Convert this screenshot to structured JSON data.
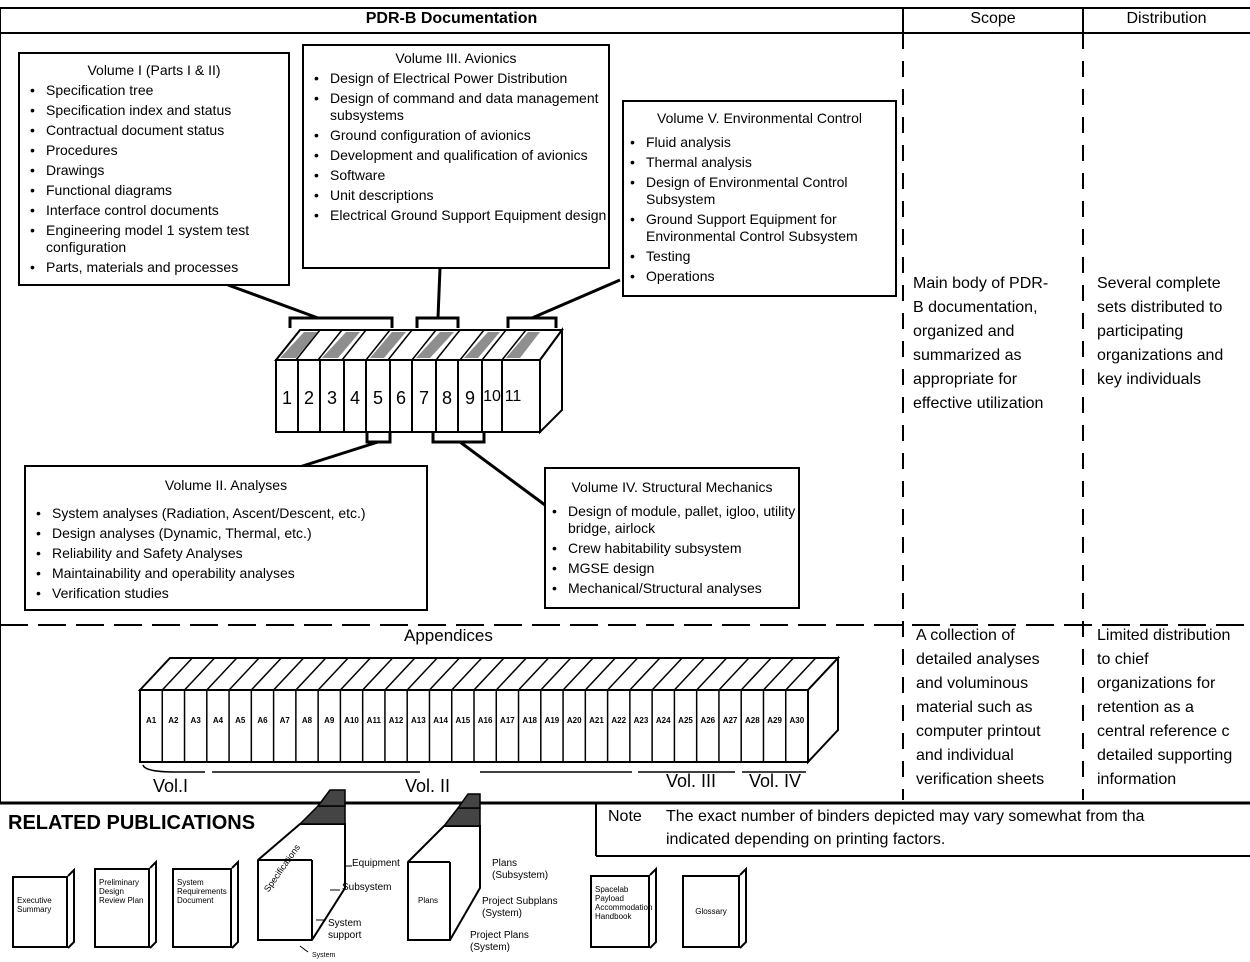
{
  "header": {
    "col1": "PDR-B Documentation",
    "col2": "Scope",
    "col3": "Distribution"
  },
  "volumes": {
    "v1": {
      "title": "Volume I (Parts I & II)",
      "items": [
        "Specification tree",
        "Specification index and status",
        "Contractual document status",
        "Procedures",
        "Drawings",
        "Functional diagrams",
        "Interface control documents",
        "Engineering model 1 system test configuration",
        "Parts, materials and processes"
      ]
    },
    "v3": {
      "title": "Volume III. Avionics",
      "items": [
        "Design of Electrical Power Distribution",
        "Design of command and data management subsystems",
        "Ground configuration of avionics",
        "Development and qualification of avionics",
        "Software",
        "Unit descriptions",
        "Electrical Ground Support Equipment design"
      ]
    },
    "v5": {
      "title": "Volume V. Environmental Control",
      "items": [
        "Fluid analysis",
        "Thermal analysis",
        "Design of Environmental Control Subsystem",
        "Ground Support Equipment for Environmental Control Subsystem",
        "Testing",
        "Operations"
      ]
    },
    "v2": {
      "title": "Volume II. Analyses",
      "items": [
        "System analyses (Radiation, Ascent/Descent, etc.)",
        "Design analyses (Dynamic, Thermal, etc.)",
        "Reliability and Safety Analyses",
        "Maintainability and operability analyses",
        "Verification studies"
      ]
    },
    "v4": {
      "title": "Volume IV. Structural Mechanics",
      "items": [
        "Design of module, pallet, igloo, utility bridge, airlock",
        "Crew habitability subsystem",
        "MGSE design",
        "Mechanical/Structural analyses"
      ]
    }
  },
  "binder_numbers": [
    "1",
    "2",
    "3",
    "4",
    "5",
    "6",
    "7",
    "8",
    "9",
    "10",
    "11"
  ],
  "main_scope": [
    "Main body of PDR-",
    "B documentation,",
    "organized and",
    "summarized as",
    "appropriate for",
    "effective utilization"
  ],
  "main_distribution": [
    "Several complete",
    "sets distributed to",
    "participating",
    "organizations and",
    "key individuals"
  ],
  "appendices": {
    "title": "Appendices",
    "labels": [
      "A1",
      "A2",
      "A3",
      "A4",
      "A5",
      "A6",
      "A7",
      "A8",
      "A9",
      "A10",
      "A11",
      "A12",
      "A13",
      "A14",
      "A15",
      "A16",
      "A17",
      "A18",
      "A19",
      "A20",
      "A21",
      "A22",
      "A23",
      "A24",
      "A25",
      "A26",
      "A27",
      "A28",
      "A29",
      "A30"
    ],
    "groups": [
      "Vol.I",
      "Vol. II",
      "Vol. III",
      "Vol. IV"
    ]
  },
  "app_scope": [
    "A collection of",
    "detailed analyses",
    "and voluminous",
    "material such as",
    "computer printout",
    "and individual",
    "verification sheets"
  ],
  "app_distribution": [
    "Limited distribution",
    "to chief",
    "organizations for",
    "retention as a",
    "central reference c",
    "detailed supporting",
    "information"
  ],
  "related": {
    "title": "RELATED PUBLICATIONS",
    "pubs": [
      "Executive Summary",
      "Preliminary Design Review Plan",
      "System Requirements Document",
      "Spacelab Payload Accommodation Handbook",
      "Glossary"
    ],
    "spec_label": "Specifications",
    "spec_tiers": [
      "Equipment",
      "Subsystem",
      "System support",
      "System"
    ],
    "plans_label": "Plans",
    "plans_tiers": [
      "Plans (Subsystem)",
      "Project Subplans (System)",
      "Project Plans (System)"
    ]
  },
  "note": {
    "label": "Note",
    "text_line1": "The exact number of binders depicted may vary somewhat from tha",
    "text_line2": "indicated depending on printing factors."
  }
}
